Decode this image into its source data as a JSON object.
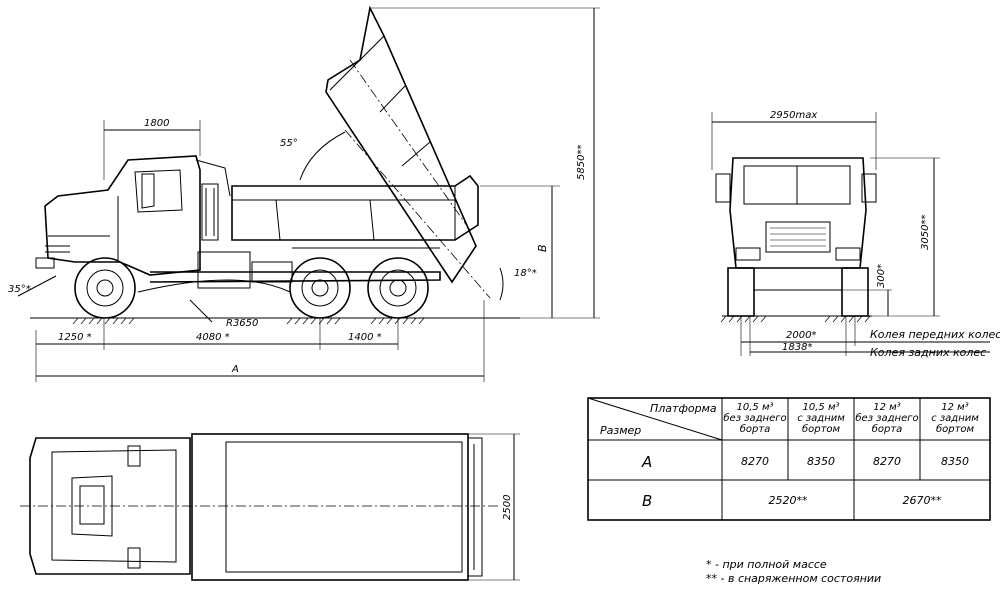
{
  "side_view": {
    "dim_cab": "1800",
    "angle_dump": "55°",
    "height_max": "5850**",
    "height_b": "B",
    "angle_rear": "18°*",
    "angle_front": "35°*",
    "radius": "R3650",
    "dim_front_overhang": "1250 *",
    "dim_wheelbase": "4080 *",
    "dim_bogie": "1400 *",
    "dim_total": "A"
  },
  "front_view": {
    "width_max": "2950max",
    "height": "3050**",
    "clearance": "300*",
    "track_front": "2000*",
    "track_rear": "1838*",
    "label_track_front": "Колея передних колес",
    "label_track_rear": "Колея задних колес"
  },
  "top_view": {
    "width": "2500"
  },
  "table": {
    "corner_top": "Платформа",
    "corner_bottom": "Размер",
    "columns": [
      {
        "line1": "10,5 м³",
        "line2": "без заднего",
        "line3": "борта"
      },
      {
        "line1": "10,5 м³",
        "line2": "с задним",
        "line3": "бортом"
      },
      {
        "line1": "12 м³",
        "line2": "без заднего",
        "line3": "борта"
      },
      {
        "line1": "12 м³",
        "line2": "с задним",
        "line3": "бортом"
      }
    ],
    "row_a": {
      "label": "A",
      "values": [
        "8270",
        "8350",
        "8270",
        "8350"
      ]
    },
    "row_b": {
      "label": "B",
      "values": [
        "2520**",
        "2670**"
      ]
    }
  },
  "notes": [
    "* - при полной массе",
    "** - в снаряженном состоянии"
  ]
}
